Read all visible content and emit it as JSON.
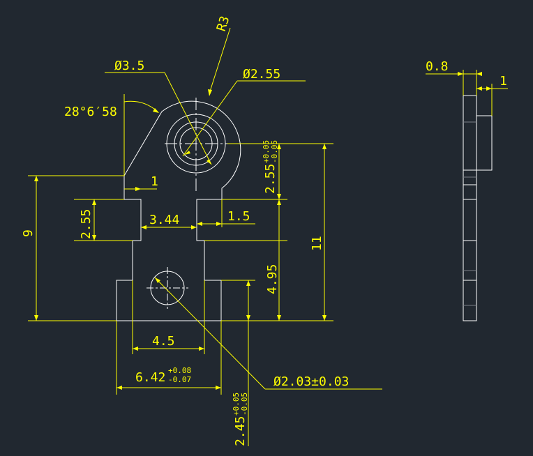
{
  "colors": {
    "background": "#212830",
    "geometry": "#ffffff",
    "dimension": "#ffff00"
  },
  "dimensions": {
    "radius_r3": "R3",
    "dia_3_5": "Ø3.5",
    "dia_2_55": "Ø2.55",
    "angle": "28°6′58",
    "step_1_left": "1",
    "dim_2_55_left": "2.55",
    "dim_3_44": "3.44",
    "dim_1_5": "1.5",
    "dim_2_55_right_base": "2.55",
    "dim_2_55_right_tol_upper": "+0.05",
    "dim_2_55_right_tol_lower": "-0.05",
    "dim_4_95": "4.95",
    "dim_11": "11",
    "dim_9": "9",
    "dim_4_5": "4.5",
    "dim_6_42_base": "6.42",
    "dim_6_42_tol_upper": "+0.08",
    "dim_6_42_tol_lower": "-0.07",
    "dia_2_03": "Ø2.03±0.03",
    "dim_2_45_base": "2.45",
    "dim_2_45_tol_upper": "+0.05",
    "dim_2_45_tol_lower": "-0.05",
    "side_thickness": "0.8",
    "side_offset": "1"
  }
}
